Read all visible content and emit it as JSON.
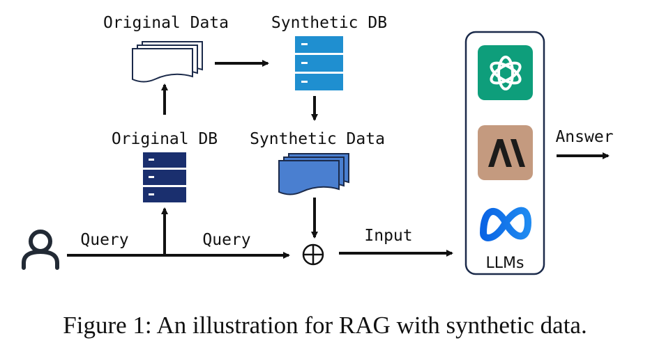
{
  "labels": {
    "original_data": "Original Data",
    "synthetic_db": "Synthetic DB",
    "original_db": "Original DB",
    "synthetic_data": "Synthetic Data",
    "query_left": "Query",
    "query_right": "Query",
    "input": "Input",
    "answer": "Answer",
    "llms": "LLMs"
  },
  "icons": {
    "user": "user-icon",
    "original_db": "database-icon",
    "synthetic_db": "database-icon",
    "original_data": "documents-icon",
    "synthetic_data": "documents-icon",
    "combine": "circled-plus-icon",
    "openai": "openai-logo-icon",
    "anthropic": "anthropic-logo-icon",
    "meta": "meta-logo-icon"
  },
  "colors": {
    "original_db": "#1a2f6e",
    "synthetic_db": "#1f8fd0",
    "synthetic_data_fill": "#4a7fd0",
    "openai_tile": "#0e9e7b",
    "anthropic_tile": "#c49a7f",
    "meta_blue": "#1773ea",
    "llm_panel_border": "#1b2a4a"
  },
  "caption": "Figure 1: An illustration for RAG with synthetic data."
}
